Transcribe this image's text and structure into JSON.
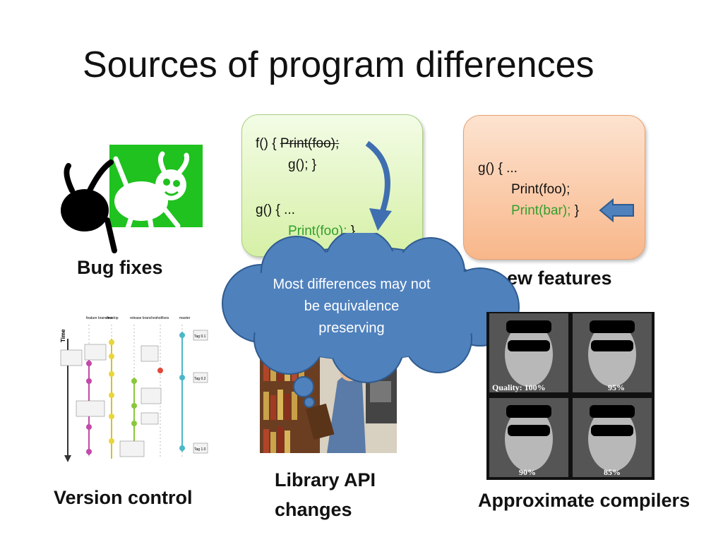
{
  "slide": {
    "title": "Sources of program differences",
    "captions": {
      "bug_fixes": "Bug fixes",
      "new_features": "ew features",
      "version_control": "Version control",
      "library_line1": "Library API",
      "library_line2": "changes",
      "approx_compilers": "Approximate compilers"
    },
    "code_box_left": {
      "line1_prefix": "f() {",
      "line1_struck": "Print(foo);",
      "line2": "g(); }",
      "line3": "g() { ...",
      "line4_code": "Print(foo);",
      "line4_brace": "}"
    },
    "code_box_right": {
      "line1": "g() { ...",
      "line2": "Print(foo);",
      "line3_code": "Print(bar);",
      "line3_brace": "}"
    },
    "callout": {
      "text_line1": "Most differences may not",
      "text_line2": "be equivalence",
      "text_line3": "preserving"
    },
    "version_chart": {
      "time_label": "Time",
      "columns": [
        "feature branches",
        "develop",
        "release branches",
        "hotfixes",
        "master"
      ],
      "tags": [
        "Tag 0.1",
        "Tag 0.2",
        "Tag 1.0"
      ]
    },
    "quality_labels": [
      "Quality: 100%",
      "95%",
      "90%",
      "85%"
    ],
    "colors": {
      "box_green_text": "#33a02c",
      "callout_fill": "#4f81bd",
      "arrow_fill": "#4f81bd",
      "bug_green": "#1fc21f"
    }
  }
}
